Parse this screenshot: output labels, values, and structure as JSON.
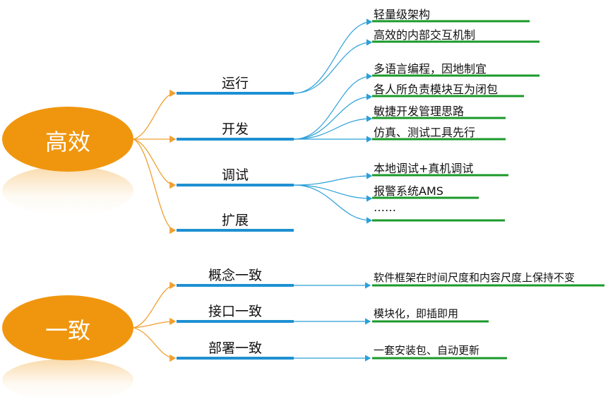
{
  "colors": {
    "root_fill": "#F0960E",
    "connector_orange": "#F0A030",
    "branch_underline": "#1E90D2",
    "connector_blue": "#2BA0D8",
    "leaf_underline": "#1A9A2A"
  },
  "groups": [
    {
      "root": "高效",
      "branches": [
        {
          "label": "运行",
          "leaves": [
            "轻量级架构",
            "高效的内部交互机制"
          ]
        },
        {
          "label": "开发",
          "leaves": [
            "多语言编程，因地制宜",
            "各人所负责模块互为闭包",
            "敏捷开发管理思路",
            "仿真、测试工具先行"
          ]
        },
        {
          "label": "调试",
          "leaves": [
            "本地调试+真机调试",
            "报警系统AMS",
            "……"
          ]
        },
        {
          "label": "扩展",
          "leaves": []
        }
      ]
    },
    {
      "root": "一致",
      "branches": [
        {
          "label": "概念一致",
          "leaves": [
            "软件框架在时间尺度和内容尺度上保持不变"
          ]
        },
        {
          "label": "接口一致",
          "leaves": [
            "模块化，即插即用"
          ]
        },
        {
          "label": "部署一致",
          "leaves": [
            "一套安装包、自动更新"
          ]
        }
      ]
    }
  ]
}
